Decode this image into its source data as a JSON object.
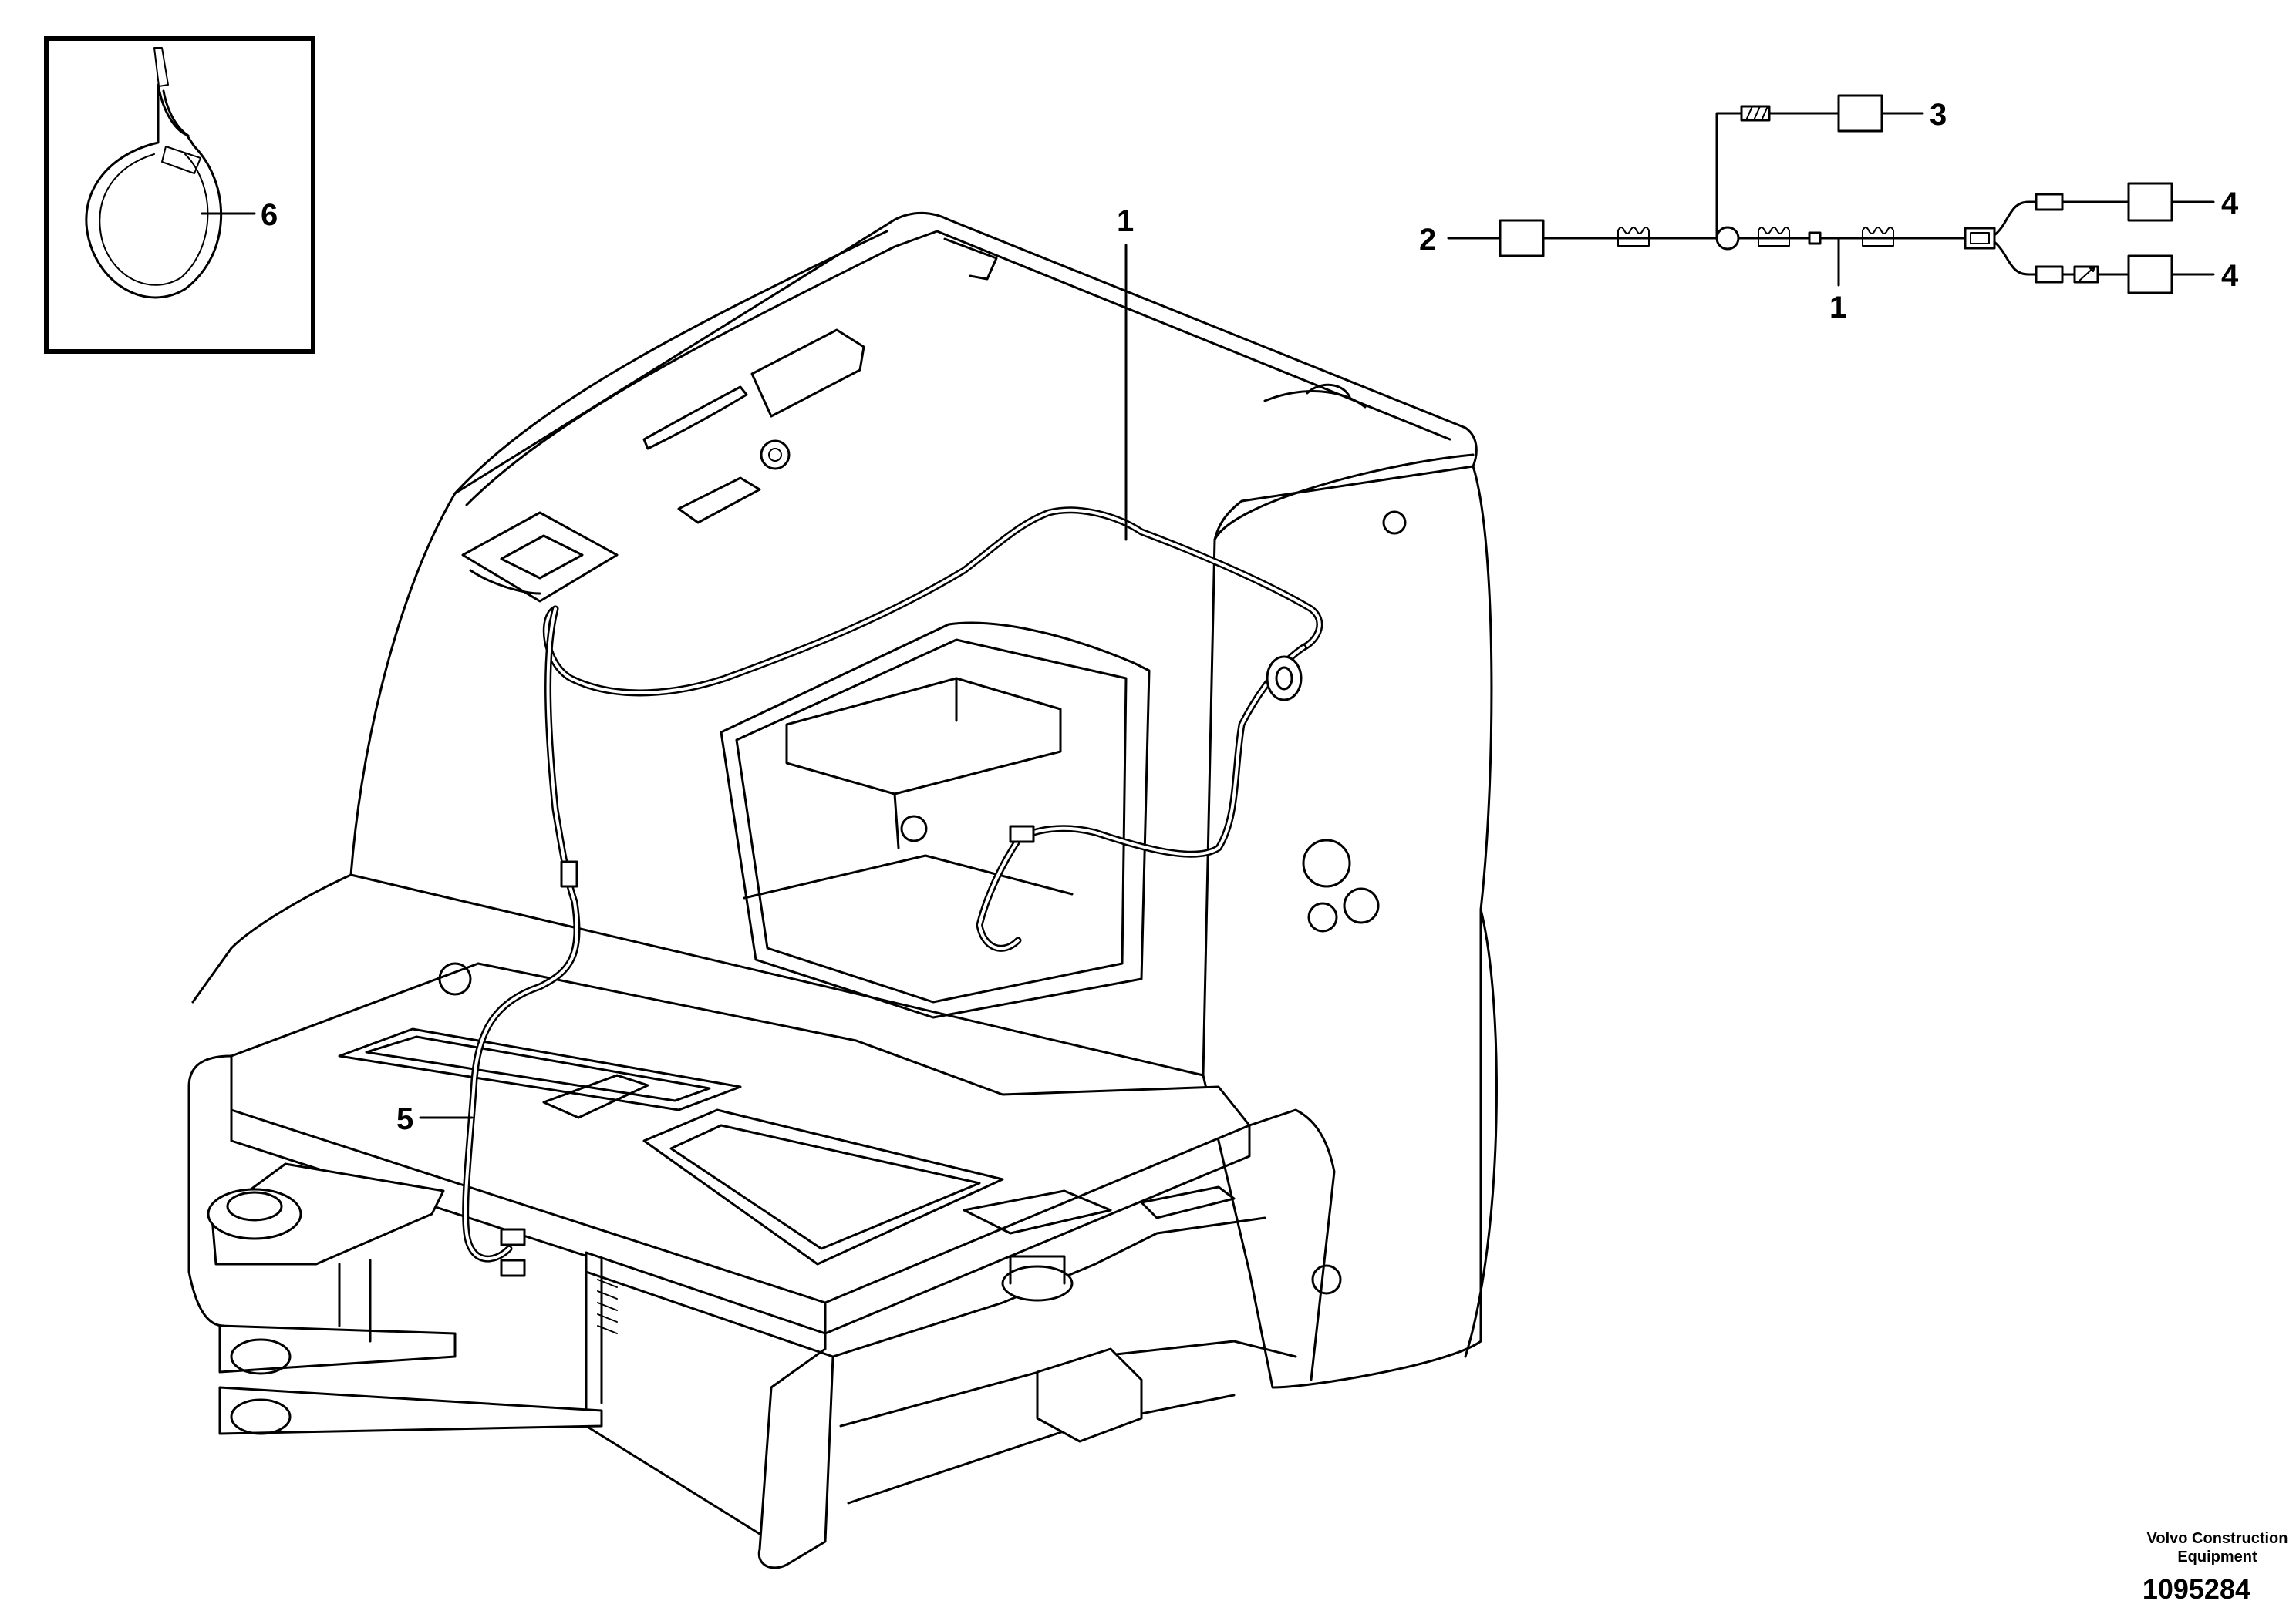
{
  "callouts": {
    "c1_drawing": "1",
    "c5": "5",
    "c6": "6",
    "s2": "2",
    "s3": "3",
    "s4a": "4",
    "s4b": "4",
    "s1": "1"
  },
  "footer": {
    "brand_line1": "Volvo Construction",
    "brand_line2": "Equipment",
    "doc_number": "1095284"
  }
}
